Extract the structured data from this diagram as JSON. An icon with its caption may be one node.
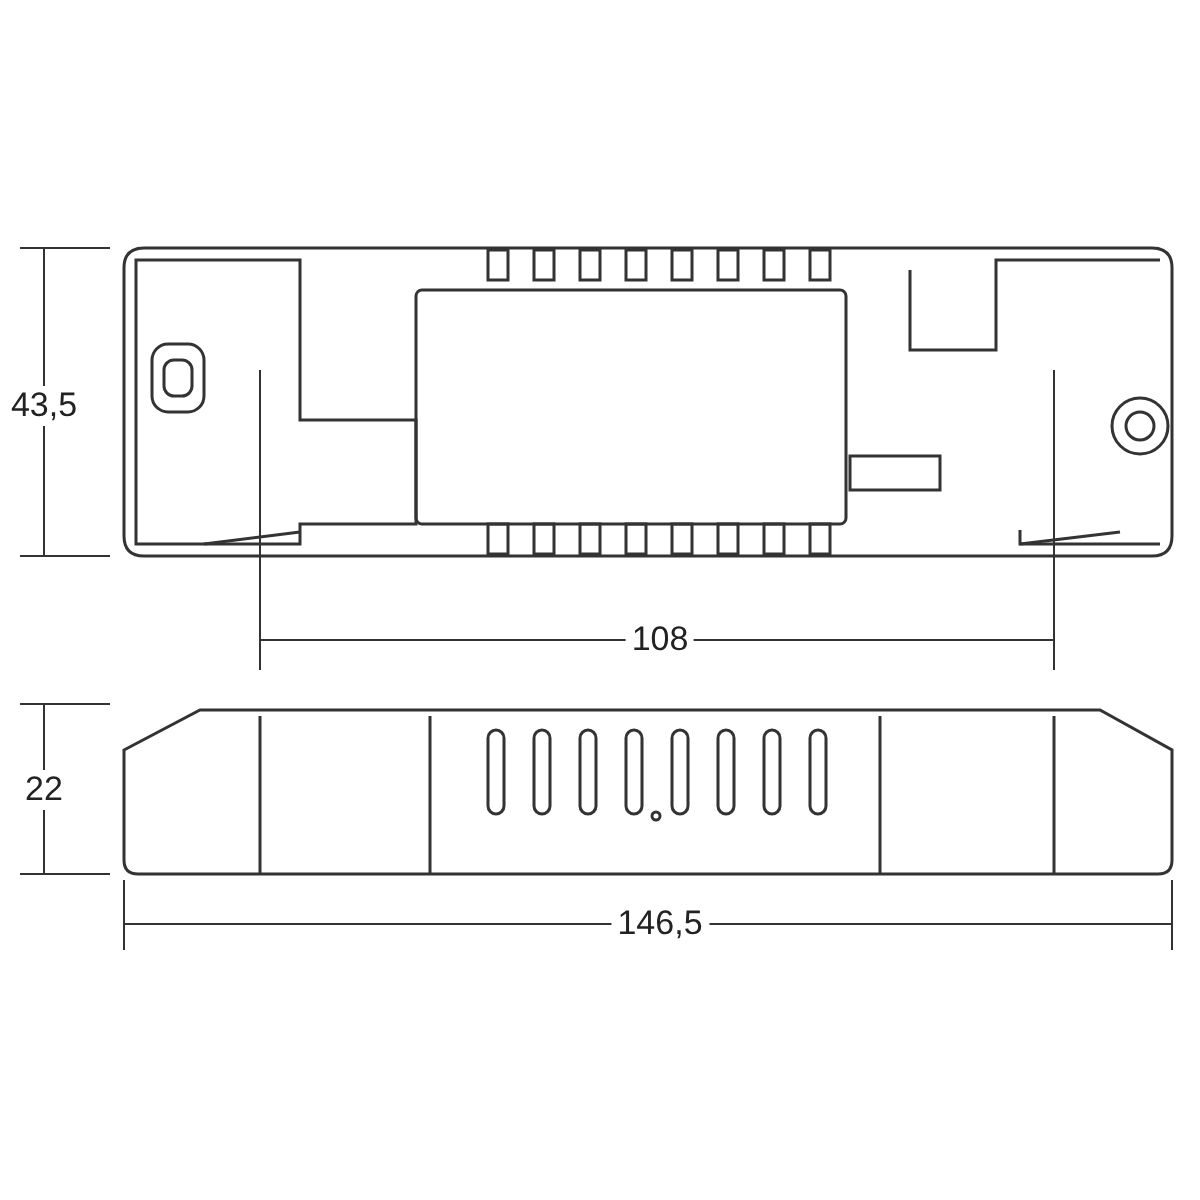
{
  "diagram": {
    "labels": [
      "43,5",
      "108",
      "22",
      "146,5"
    ]
  }
}
